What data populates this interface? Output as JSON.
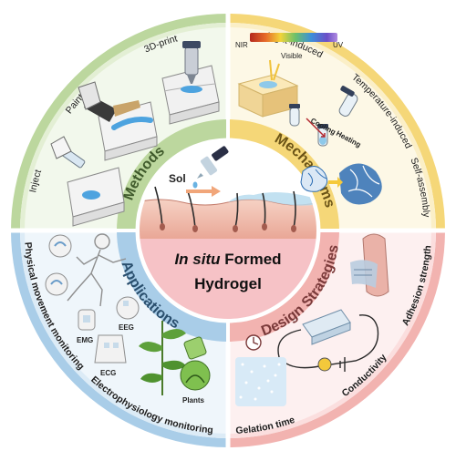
{
  "center": {
    "sol_label": "Sol",
    "title_italic": "In situ",
    "title_rest": " Formed",
    "title_line2": "Hydrogel"
  },
  "quadrants": {
    "methods": {
      "label": "Methods",
      "color": "#bcd79e",
      "light": "#e3efd4",
      "items": [
        "3D-print",
        "Paint",
        "Inject"
      ]
    },
    "mechanisms": {
      "label": "Mechanisms",
      "color": "#f5d778",
      "light": "#fbefc7",
      "items": [
        "Light-induced",
        "Temperature-induced",
        "Self-assembly"
      ],
      "spectrum": [
        "NIR",
        "Visible",
        "UV"
      ],
      "cooling": "Cooling",
      "heating": "Heating"
    },
    "design": {
      "label": "Design Strategies",
      "color": "#f2b3b0",
      "light": "#fbdede",
      "items": [
        "Adhesion strength",
        "Conductivity",
        "Gelation time"
      ]
    },
    "applications": {
      "label": "Applications",
      "color": "#a9cde8",
      "light": "#dcebf6",
      "items": [
        "Physical movement monitoring",
        "Electrophysiology monitoring"
      ],
      "signals": [
        "EEG",
        "EMG",
        "ECG",
        "Plants"
      ]
    }
  }
}
